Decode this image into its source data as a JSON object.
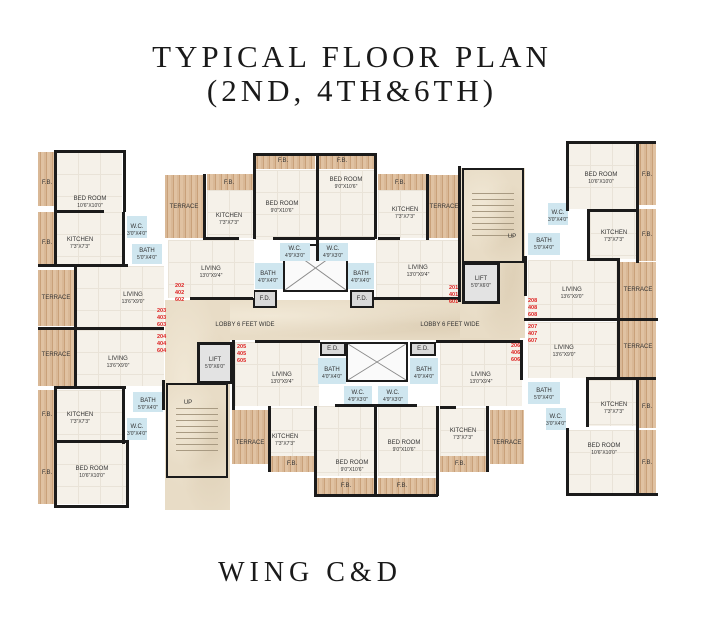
{
  "title": {
    "line1": "TYPICAL FLOOR PLAN",
    "line2": "(2ND, 4TH&6TH)"
  },
  "footer": {
    "wing": "WING C&D"
  },
  "lobby": {
    "left_label": "LOBBY 6 FEET WIDE",
    "right_label": "LOBBY 6 FEET WIDE"
  },
  "common": {
    "lift_left": {
      "name": "LIFT",
      "dim": "5'0\"X6'0\""
    },
    "lift_right": {
      "name": "LIFT",
      "dim": "5'0\"X6'0\""
    },
    "stairs_up_top": "UP",
    "stairs_up_bottom": "UP",
    "ed_left": "E.D.",
    "ed_right": "E.D.",
    "fd_left": "F.D.",
    "fd_right": "F.D."
  },
  "flat_numbers": {
    "f202": "202\n402\n602",
    "f203": "203\n403\n603",
    "f204": "204\n404\n604",
    "f201": "201\n401\n601",
    "f205": "205\n405\n605",
    "f206a": "206\n406\n606",
    "f208": "208\n408\n608",
    "f207": "207\n407\n607",
    "f206b": "206\n406\n606"
  },
  "units": {
    "west_top": {
      "bedroom": {
        "name": "BED ROOM",
        "dim": "10'6\"X10'0\""
      },
      "kitchen": {
        "name": "KITCHEN",
        "dim": "7'3\"X7'3\""
      },
      "wc": {
        "name": "W.C.",
        "dim": "3'0\"X4'0\""
      },
      "bath": {
        "name": "BATH",
        "dim": "5'0\"X4'0\""
      },
      "living": {
        "name": "LIVING",
        "dim": "13'6\"X9'0\""
      },
      "terrace": "TERRACE",
      "fb1": "F.B.",
      "fb2": "F.B."
    },
    "west_bottom": {
      "living": {
        "name": "LIVING",
        "dim": "13'6\"X9'0\""
      },
      "bath": {
        "name": "BATH",
        "dim": "5'0\"X4'0\""
      },
      "wc": {
        "name": "W.C.",
        "dim": "3'0\"X4'0\""
      },
      "kitchen": {
        "name": "KITCHEN",
        "dim": "7'3\"X7'3\""
      },
      "bedroom": {
        "name": "BED ROOM",
        "dim": "10'6\"X10'0\""
      },
      "terrace": "TERRACE",
      "fb1": "F.B.",
      "fb2": "F.B."
    },
    "north_left": {
      "terrace": "TERRACE",
      "fb_kitchen": "F.B.",
      "kitchen": {
        "name": "KITCHEN",
        "dim": "7'3\"X7'3\""
      },
      "bedroom": {
        "name": "BED ROOM",
        "dim": "9'0\"X10'6\""
      },
      "fb_bed": "F.B.",
      "wc": {
        "name": "W.C.",
        "dim": "4'9\"X3'0\""
      },
      "bath": {
        "name": "BATH",
        "dim": "4'0\"X4'0\""
      },
      "living": {
        "name": "LIVING",
        "dim": "13'0\"X9'4\""
      }
    },
    "north_right": {
      "bedroom": {
        "name": "BED ROOM",
        "dim": "9'0\"X10'6\""
      },
      "fb_bed": "F.B.",
      "wc": {
        "name": "W.C.",
        "dim": "4'9\"X3'0\""
      },
      "bath": {
        "name": "BATH",
        "dim": "4'0\"X4'0\""
      },
      "kitchen": {
        "name": "KITCHEN",
        "dim": "7'3\"X7'3\""
      },
      "fb_kitchen": "F.B.",
      "terrace": "TERRACE",
      "living": {
        "name": "LIVING",
        "dim": "13'0\"X9'4\""
      }
    },
    "south_left": {
      "living": {
        "name": "LIVING",
        "dim": "13'0\"X9'4\""
      },
      "bath": {
        "name": "BATH",
        "dim": "4'0\"X4'0\""
      },
      "wc": {
        "name": "W.C.",
        "dim": "4'9\"X3'0\""
      },
      "kitchen": {
        "name": "KITCHEN",
        "dim": "7'3\"X7'3\""
      },
      "bedroom": {
        "name": "BED ROOM",
        "dim": "9'0\"X10'6\""
      },
      "terrace": "TERRACE",
      "fb_kitchen": "F.B.",
      "fb_bed": "F.B."
    },
    "south_right": {
      "living": {
        "name": "LIVING",
        "dim": "13'0\"X9'4\""
      },
      "bath": {
        "name": "BATH",
        "dim": "4'0\"X4'0\""
      },
      "wc": {
        "name": "W.C.",
        "dim": "4'9\"X3'0\""
      },
      "bedroom": {
        "name": "BED ROOM",
        "dim": "9'0\"X10'6\""
      },
      "kitchen": {
        "name": "KITCHEN",
        "dim": "7'3\"X7'3\""
      },
      "terrace": "TERRACE",
      "fb_kitchen": "F.B.",
      "fb_bed": "F.B."
    },
    "east_top": {
      "bedroom": {
        "name": "BED ROOM",
        "dim": "10'6\"X10'0\""
      },
      "wc": {
        "name": "W.C.",
        "dim": "3'0\"X4'0\""
      },
      "kitchen": {
        "name": "KITCHEN",
        "dim": "7'3\"X7'3\""
      },
      "bath": {
        "name": "BATH",
        "dim": "5'0\"X4'0\""
      },
      "living": {
        "name": "LIVING",
        "dim": "13'6\"X9'0\""
      },
      "terrace": "TERRACE",
      "fb1": "F.B.",
      "fb2": "F.B."
    },
    "east_bottom": {
      "living": {
        "name": "LIVING",
        "dim": "13'6\"X9'0\""
      },
      "terrace": "TERRACE",
      "bath": {
        "name": "BATH",
        "dim": "5'0\"X4'0\""
      },
      "wc": {
        "name": "W.C.",
        "dim": "3'0\"X4'0\""
      },
      "kitchen": {
        "name": "KITCHEN",
        "dim": "7'3\"X7'3\""
      },
      "bedroom": {
        "name": "BED ROOM",
        "dim": "10'6\"X10'0\""
      },
      "fb1": "F.B.",
      "fb2": "F.B."
    }
  }
}
